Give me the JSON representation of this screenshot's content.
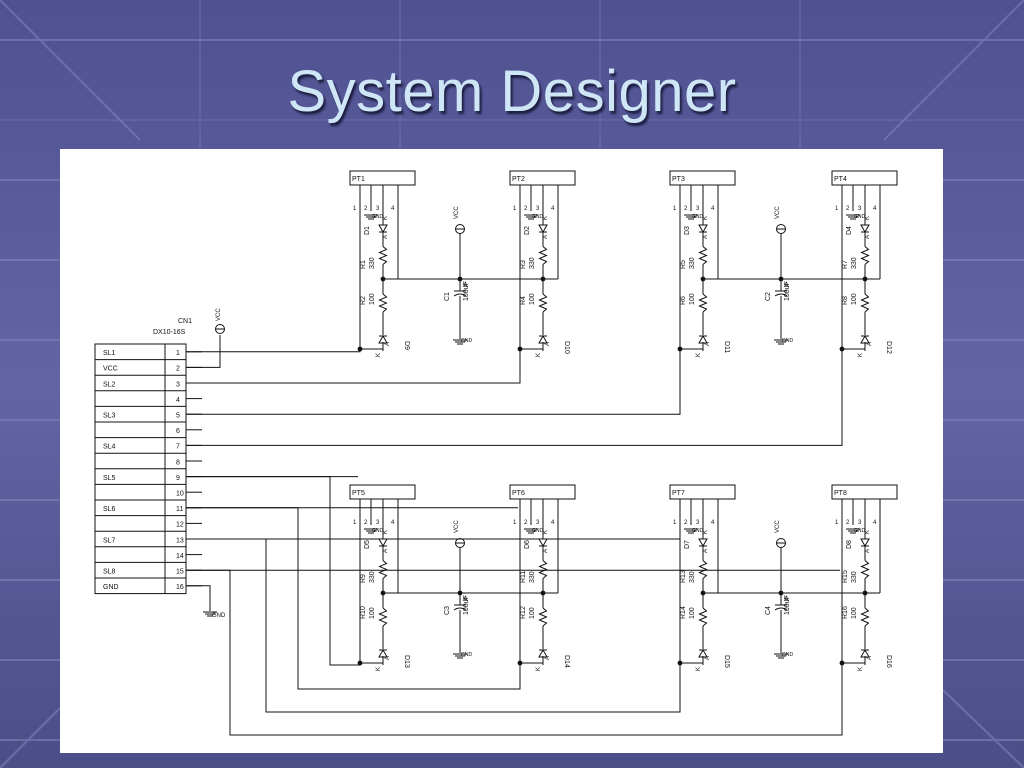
{
  "slide": {
    "title": "System Designer"
  },
  "connector": {
    "ref": "CN1",
    "part": "DX10-16S",
    "left_labels": [
      "SL1",
      "VCC",
      "SL2",
      "",
      "SL3",
      "",
      "SL4",
      "",
      "SL5",
      "",
      "SL6",
      "",
      "SL7",
      "",
      "SL8",
      "GND"
    ],
    "pins": [
      "1",
      "2",
      "3",
      "4",
      "5",
      "6",
      "7",
      "8",
      "9",
      "10",
      "11",
      "12",
      "13",
      "14",
      "15",
      "16"
    ]
  },
  "blocks": [
    {
      "pt": "PT1",
      "d_led": "D1",
      "r_a": "R1",
      "r_a_val": "330",
      "r_b": "R2",
      "r_b_val": "100",
      "d_out": "D9",
      "cap": "C1",
      "cap_val": "100uF"
    },
    {
      "pt": "PT2",
      "d_led": "D2",
      "r_a": "R3",
      "r_a_val": "330",
      "r_b": "R4",
      "r_b_val": "100",
      "d_out": "D10",
      "cap": "",
      "cap_val": ""
    },
    {
      "pt": "PT3",
      "d_led": "D3",
      "r_a": "R5",
      "r_a_val": "330",
      "r_b": "R6",
      "r_b_val": "100",
      "d_out": "D11",
      "cap": "C2",
      "cap_val": "100uF"
    },
    {
      "pt": "PT4",
      "d_led": "D4",
      "r_a": "R7",
      "r_a_val": "330",
      "r_b": "R8",
      "r_b_val": "100",
      "d_out": "D12",
      "cap": "",
      "cap_val": ""
    },
    {
      "pt": "PT5",
      "d_led": "D5",
      "r_a": "R9",
      "r_a_val": "330",
      "r_b": "R10",
      "r_b_val": "100",
      "d_out": "D13",
      "cap": "C3",
      "cap_val": "100uF"
    },
    {
      "pt": "PT6",
      "d_led": "D6",
      "r_a": "R11",
      "r_a_val": "330",
      "r_b": "R12",
      "r_b_val": "100",
      "d_out": "D14",
      "cap": "",
      "cap_val": ""
    },
    {
      "pt": "PT7",
      "d_led": "D7",
      "r_a": "R13",
      "r_a_val": "330",
      "r_b": "R14",
      "r_b_val": "100",
      "d_out": "D15",
      "cap": "C4",
      "cap_val": "100uF"
    },
    {
      "pt": "PT8",
      "d_led": "D8",
      "r_a": "R15",
      "r_a_val": "330",
      "r_b": "R16",
      "r_b_val": "100",
      "d_out": "D16",
      "cap": "",
      "cap_val": ""
    }
  ],
  "labels": {
    "pin1": "1",
    "pin2": "2",
    "pin3": "3",
    "pin4": "4",
    "gnd": "GND",
    "vcc": "VCC",
    "anode": "A",
    "cathode": "K"
  }
}
